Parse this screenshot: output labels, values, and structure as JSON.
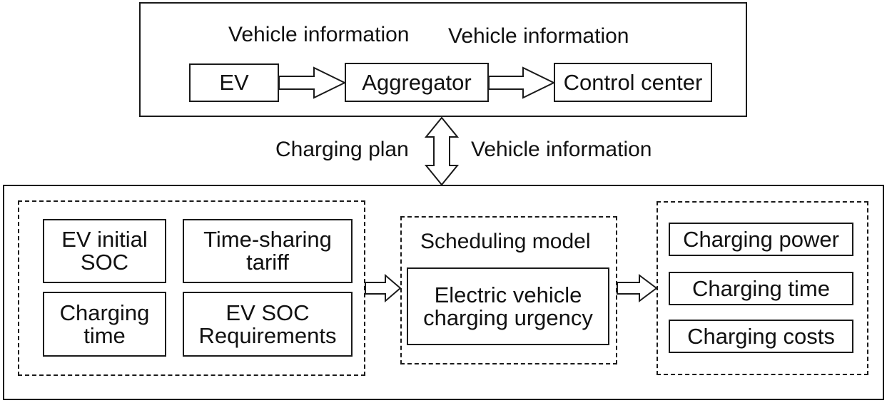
{
  "top": {
    "label_left": "Vehicle information",
    "label_right": "Vehicle information",
    "ev": "EV",
    "aggregator": "Aggregator",
    "control_center": "Control center"
  },
  "link": {
    "left": "Charging plan",
    "right": "Vehicle information"
  },
  "inputs": {
    "initial_soc": "EV initial\nSOC",
    "tariff": "Time-sharing\ntariff",
    "charging_time": "Charging\ntime",
    "soc_requirements": "EV SOC\nRequirements"
  },
  "model": {
    "title": "Scheduling model",
    "urgency": "Electric vehicle\ncharging urgency"
  },
  "outputs": {
    "power": "Charging power",
    "time": "Charging time",
    "costs": "Charging costs"
  }
}
